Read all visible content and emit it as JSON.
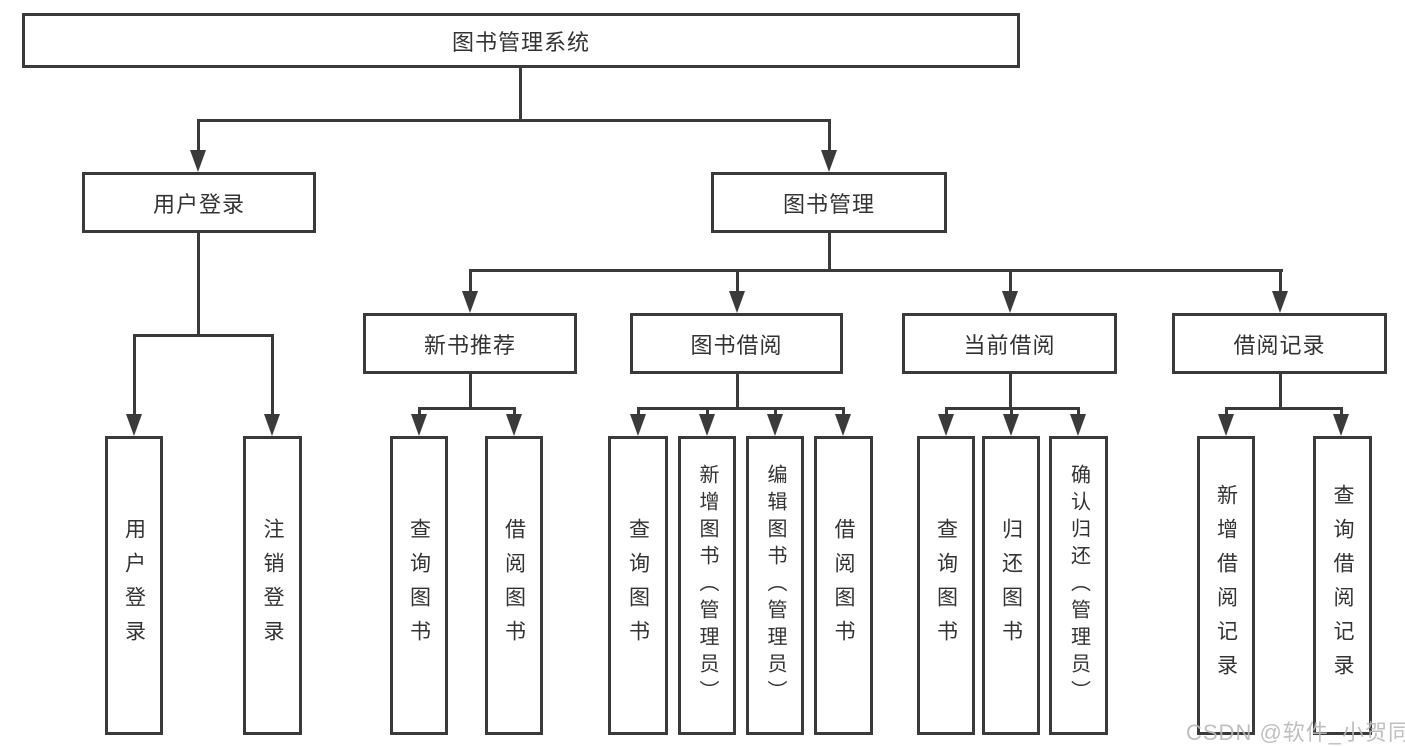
{
  "diagram": {
    "type": "tree",
    "title": "图书管理系统",
    "nodes": {
      "root": {
        "label": "图书管理系统"
      },
      "user_login": {
        "label": "用户登录"
      },
      "book_mgmt": {
        "label": "图书管理"
      },
      "ul_login": {
        "label": "用户登录"
      },
      "ul_logout": {
        "label": "注销登录"
      },
      "new_book": {
        "label": "新书推荐"
      },
      "book_borrow": {
        "label": "图书借阅"
      },
      "current_borrow": {
        "label": "当前借阅"
      },
      "borrow_record": {
        "label": "借阅记录"
      },
      "nb_query": {
        "label": "查询图书"
      },
      "nb_borrow": {
        "label": "借阅图书"
      },
      "bb_query": {
        "label": "查询图书"
      },
      "bb_add": {
        "label": "新增图书（管理员）"
      },
      "bb_edit": {
        "label": "编辑图书（管理员）"
      },
      "bb_borrow": {
        "label": "借阅图书"
      },
      "cb_query": {
        "label": "查询图书"
      },
      "cb_return": {
        "label": "归还图书"
      },
      "cb_confirm": {
        "label": "确认归还（管理员）"
      },
      "br_add": {
        "label": "新增借阅记录"
      },
      "br_query": {
        "label": "查询借阅记录"
      }
    },
    "hierarchy": {
      "图书管理系统": {
        "用户登录": [
          "用户登录",
          "注销登录"
        ],
        "图书管理": {
          "新书推荐": [
            "查询图书",
            "借阅图书"
          ],
          "图书借阅": [
            "查询图书",
            "新增图书（管理员）",
            "编辑图书（管理员）",
            "借阅图书"
          ],
          "当前借阅": [
            "查询图书",
            "归还图书",
            "确认归还（管理员）"
          ],
          "借阅记录": [
            "新增借阅记录",
            "查询借阅记录"
          ]
        }
      }
    },
    "colors": {
      "line": "#3a3a3a",
      "text": "#333333",
      "background": "#ffffff",
      "watermark": "#b9b9b9"
    }
  },
  "watermark": "CSDN @软件_小贺同学"
}
